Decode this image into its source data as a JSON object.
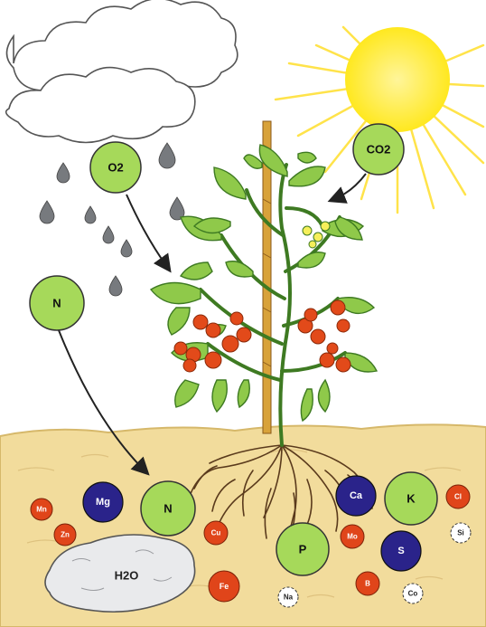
{
  "colors": {
    "sky": "#ffffff",
    "soil": "#f2dc9c",
    "soil_dark": "#e3c57a",
    "sun": "#ffe81f",
    "sun_rays": "#ffe34a",
    "leaf": "#8fc94a",
    "leaf_dark": "#4e8a2a",
    "tomato": "#e24a1a",
    "nutrient_green": "#a6d95a",
    "nutrient_blue": "#2a238a",
    "nutrient_red": "#e0451a",
    "root": "#5a3a1c",
    "stake": "#d8a23a",
    "rock": "#e9eaec",
    "drop": "#777a7e"
  },
  "icons": [
    "cloud-icon",
    "sun-icon",
    "raindrop-icon",
    "tomato-plant-icon",
    "rock-icon",
    "arrow-icon"
  ],
  "labels": {
    "o2": "O2",
    "co2": "CO2",
    "n_air": "N",
    "n_soil": "N",
    "mg": "Mg",
    "mn": "Mn",
    "zn": "Zn",
    "cu": "Cu",
    "h2o": "H2O",
    "fe": "Fe",
    "na": "Na",
    "p": "P",
    "mo": "Mo",
    "ca": "Ca",
    "k": "K",
    "cl": "Cl",
    "s": "S",
    "si": "Si",
    "b": "B",
    "co": "Co"
  }
}
